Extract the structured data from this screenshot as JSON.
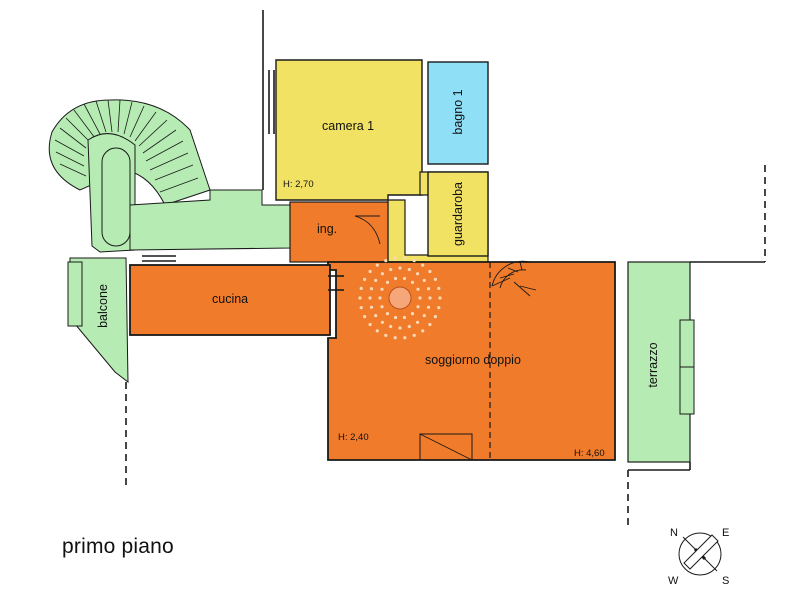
{
  "floor_title": "primo piano",
  "rooms": {
    "camera_1": "camera 1",
    "bagno_1": "bagno 1",
    "guardaroba": "guardaroba",
    "ingresso": "ing.",
    "cucina": "cucina",
    "balcone": "balcone",
    "soggiorno": "soggiorno doppio",
    "terrazzo": "terrazzo"
  },
  "heights": {
    "camera": "H: 2,70",
    "soggiorno_low": "H: 2,40",
    "soggiorno_high": "H: 4,60"
  },
  "compass": {
    "n": "N",
    "e": "E",
    "w": "W",
    "s": "S"
  },
  "colors": {
    "camera": "#f2e264",
    "bagno": "#8fdff7",
    "living": "#f07b2a",
    "outdoor": "#b6ecb3",
    "wall": "#1a1a1a"
  }
}
